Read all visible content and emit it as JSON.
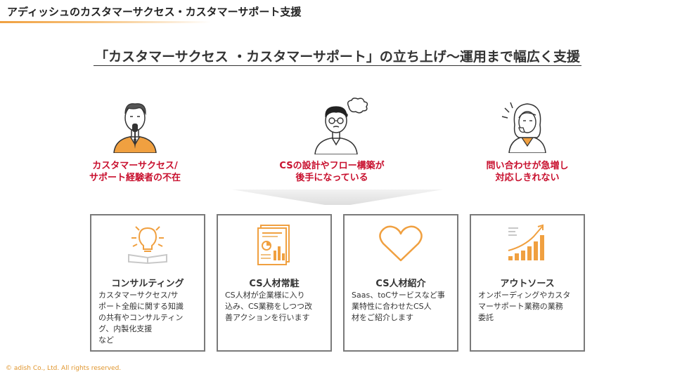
{
  "header": {
    "title": "アディッシュのカスタマーサクセス・カスタマーサポート支援"
  },
  "main": {
    "subtitle": "「カスタマーサクセス ・カスタマーサポート」の立ち上げ〜運用まで幅広く支援"
  },
  "problems": [
    {
      "icon": "person-with-microphone-icon",
      "text": "カスタマーサクセス/\nサポート経験者の不在"
    },
    {
      "icon": "confused-person-icon",
      "text": "CSの設計やフロー構築が\n後手になっている"
    },
    {
      "icon": "stressed-woman-icon",
      "text": "問い合わせが急増し\n対応しきれない"
    }
  ],
  "services": [
    {
      "icon": "lightbulb-book-icon",
      "title": "コンサルティング",
      "description": "カスタマーサクセス/サ\nポート全般に関する知識\nの共有やコンサルティン\nグ、内製化支援\nなど"
    },
    {
      "icon": "report-document-icon",
      "title": "CS人材常駐",
      "description": "CS人材が企業様に入り\n込み、CS業務をしつつ改\n善アクションを行います"
    },
    {
      "icon": "heart-icon",
      "title": "CS人材紹介",
      "description": "Saas、toCサービスなど事\n業特性に合わせたCS人\n材をご紹介します"
    },
    {
      "icon": "growth-chart-icon",
      "title": "アウトソース",
      "description": "オンボーディングやカスタ\nマーサポート業務の業務\n委託"
    }
  ],
  "footer": {
    "copyright": "© adish Co., Ltd. All rights reserved."
  },
  "colors": {
    "accent": "#f0a040",
    "problem_text": "#c8102e",
    "card_border": "#7a7a7a"
  }
}
